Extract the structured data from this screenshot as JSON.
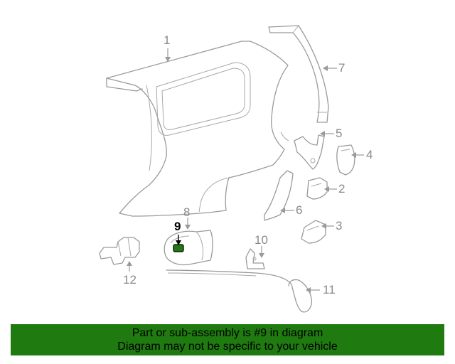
{
  "callouts": {
    "p1": "1",
    "p2": "2",
    "p3": "3",
    "p4": "4",
    "p5": "5",
    "p6": "6",
    "p7": "7",
    "p8": "8",
    "p9": "9",
    "p10": "10",
    "p11": "11",
    "p12": "12"
  },
  "highlighted_part": "9",
  "highlight_color": "#1f7a10",
  "banner": {
    "line1": "Part or sub-assembly is #9 in diagram",
    "line2": "Diagram may not be specific to your vehicle",
    "background": "#1f7a10"
  }
}
